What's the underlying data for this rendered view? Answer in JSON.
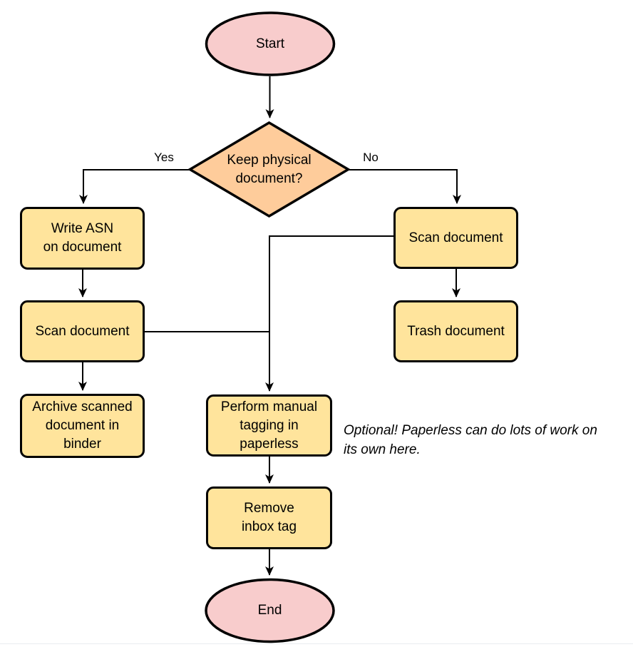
{
  "diagram": {
    "nodes": {
      "start": "Start",
      "decision": "Keep physical\ndocument?",
      "write_asn": "Write ASN\non document",
      "scan_left": "Scan document",
      "archive": "Archive scanned\ndocument in\nbinder",
      "scan_right": "Scan document",
      "trash": "Trash document",
      "tagging": "Perform manual\ntagging in\npaperless",
      "remove_inbox": "Remove\ninbox tag",
      "end": "End"
    },
    "edge_labels": {
      "yes": "Yes",
      "no": "No"
    },
    "annotation": "Optional! Paperless can do lots of work on\nits own here.",
    "colors": {
      "terminal_fill": "#F8CCCC",
      "decision_fill": "#FECC9B",
      "process_fill": "#FFE49C",
      "stroke": "#000000"
    }
  }
}
